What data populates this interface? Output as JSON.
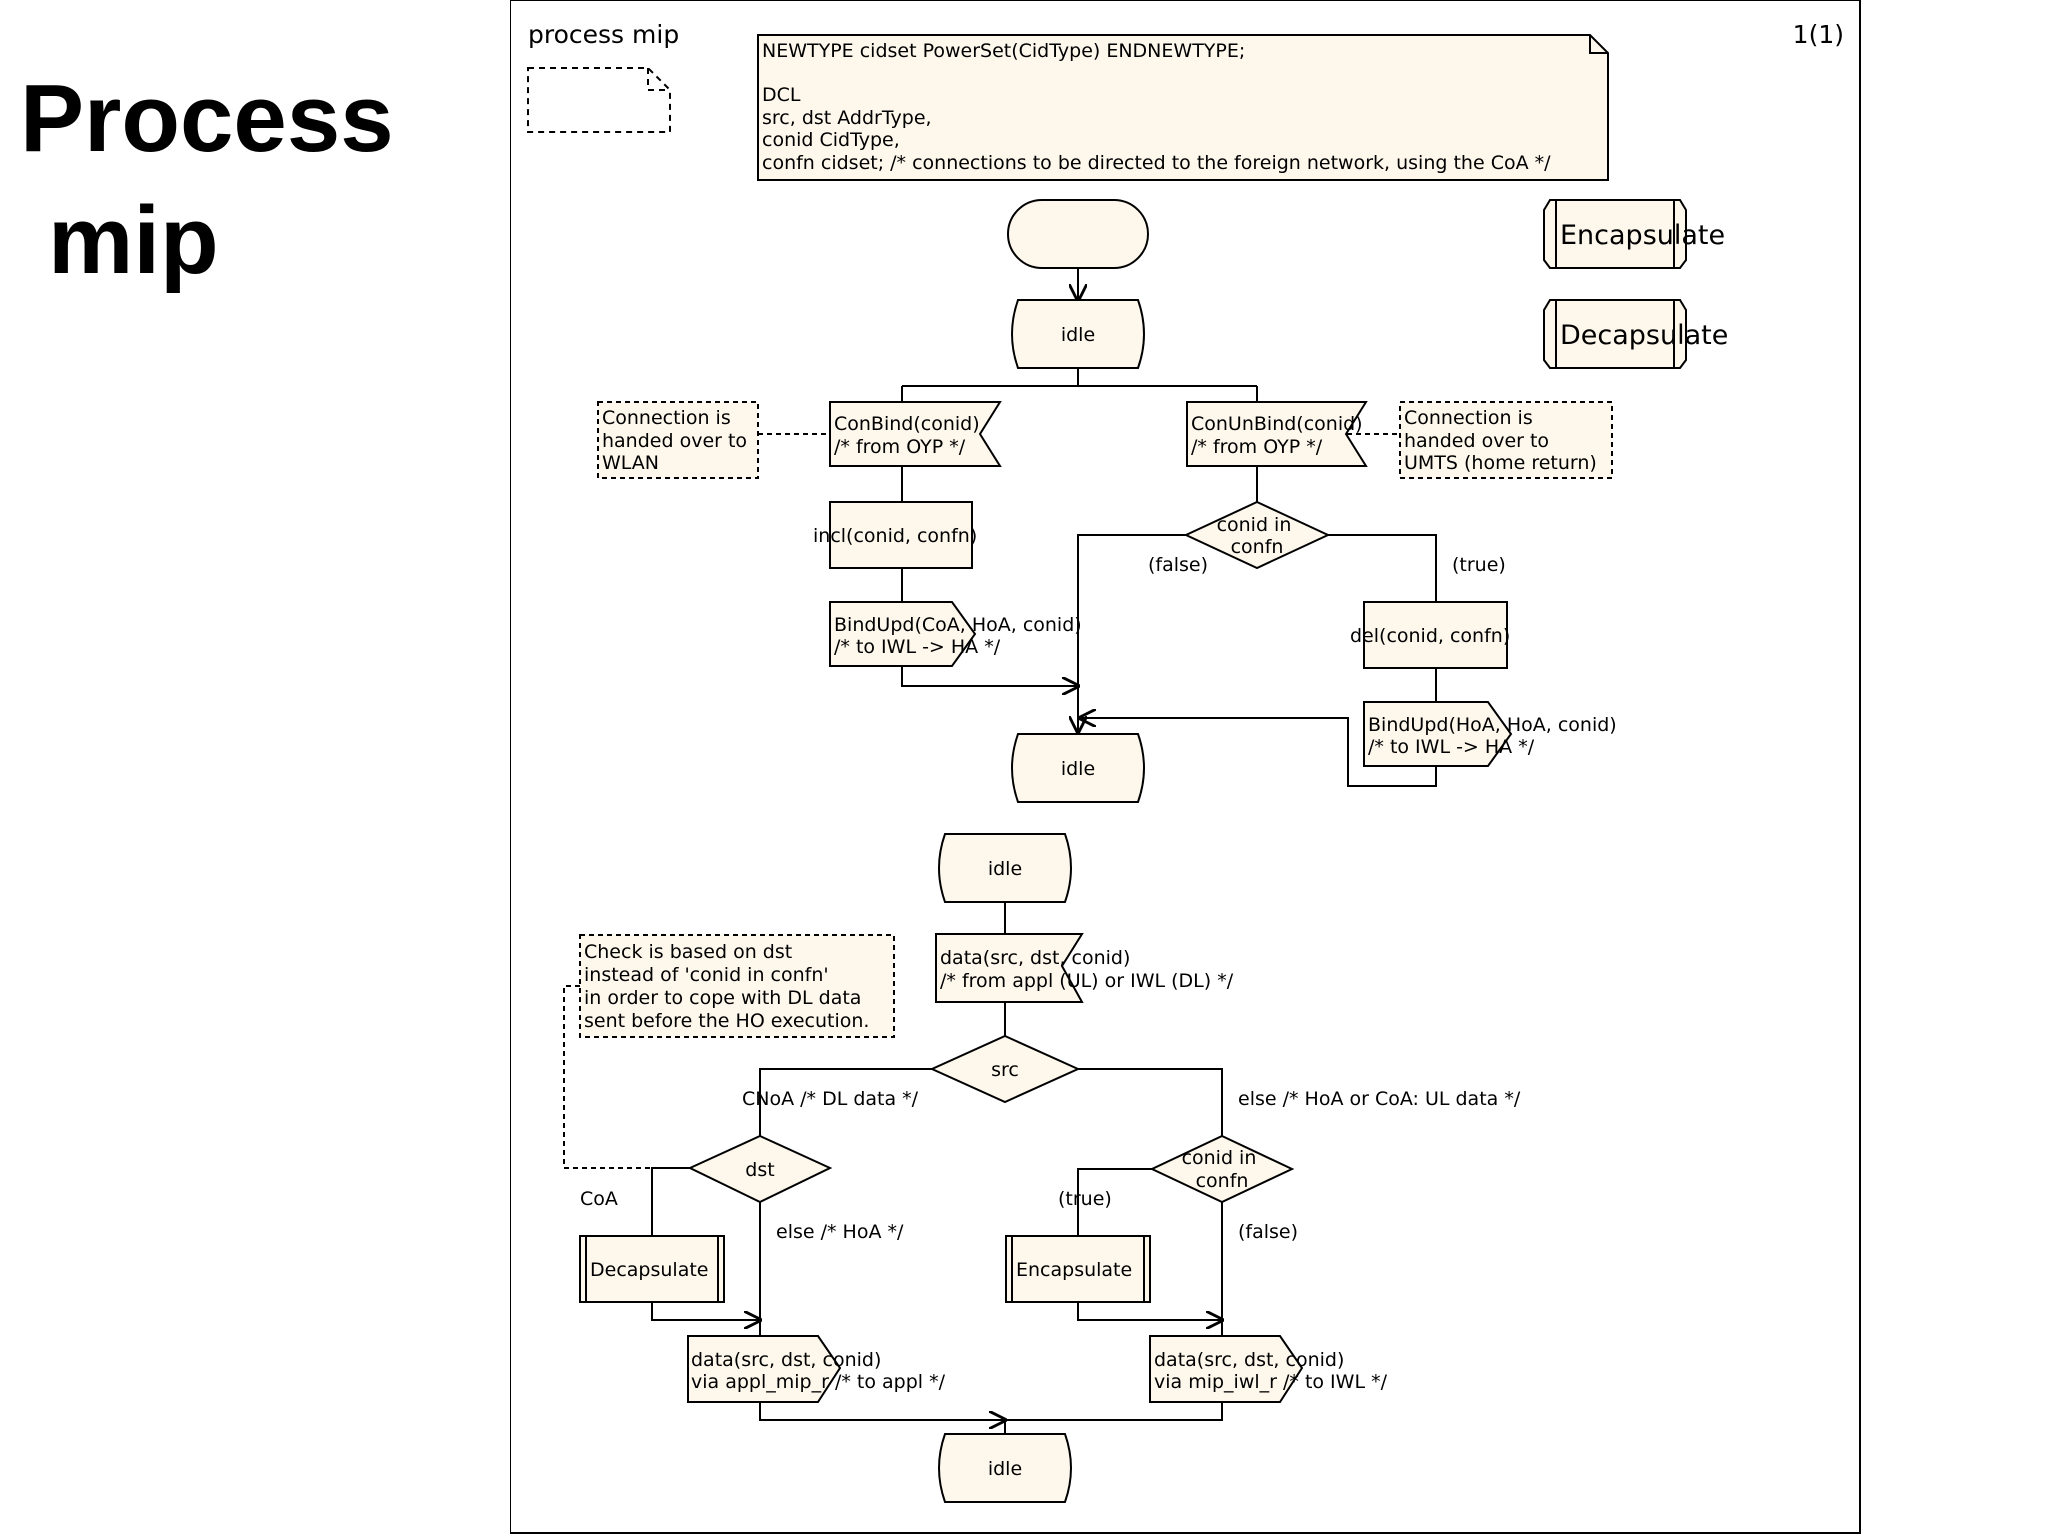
{
  "slide_title": {
    "line1": "Process",
    "line2": "mip"
  },
  "colors": {
    "symbol_fill": "#fdf7ec",
    "line": "#000000",
    "background": "#ffffff"
  },
  "diagram": {
    "frame_title": "process mip",
    "page_number": "1(1)",
    "declaration_lines": [
      "NEWTYPE cidset PowerSet(CidType) ENDNEWTYPE;",
      "",
      "DCL",
      "src, dst AddrType,",
      "conid CidType,",
      "confn cidset;   /* connections to be directed to the foreign network, using the CoA */"
    ],
    "procedures": {
      "encapsulate": "Encapsulate",
      "decapsulate": "Decapsulate"
    },
    "states": {
      "idle_start": "idle",
      "idle_after_bind": "idle",
      "idle_data": "idle",
      "idle_end": "idle"
    },
    "inputs": {
      "con_bind": [
        "ConBind(conid)",
        "/* from OYP */"
      ],
      "con_unbind": [
        "ConUnBind(conid)",
        "/* from OYP */"
      ],
      "data": [
        "data(src, dst, conid)",
        "/* from appl (UL) or IWL (DL) */"
      ]
    },
    "comments": {
      "wlan": [
        "Connection is",
        "handed over to",
        "WLAN"
      ],
      "umts": [
        "Connection is",
        "handed over to",
        "UMTS (home return)"
      ],
      "check": [
        "Check is based on dst",
        "instead of 'conid in confn'",
        "in order to cope with DL data",
        "sent before the HO execution."
      ]
    },
    "tasks": {
      "incl": "incl(conid, confn)",
      "del": "del(conid, confn)"
    },
    "outputs": {
      "bindupd_coa": [
        "BindUpd(CoA, HoA, conid)",
        "/* to IWL -> HA */"
      ],
      "bindupd_hoa": [
        "BindUpd(HoA, HoA, conid)",
        "/* to IWL -> HA */"
      ],
      "data_appl": [
        "data(src, dst, conid)",
        "via appl_mip_r    /* to appl */"
      ],
      "data_iwl": [
        "data(src, dst, conid)",
        "via mip_iwl_r    /* to IWL */"
      ]
    },
    "decisions": {
      "conid_in_confn_top": [
        "conid in",
        "confn"
      ],
      "src": "src",
      "dst": "dst",
      "conid_in_confn_bottom": [
        "conid in",
        "confn"
      ]
    },
    "branch_labels": {
      "top_false": "(false)",
      "top_true": "(true)",
      "src_coa": "CNoA /* DL data */",
      "src_else": "else /* HoA or CoA: UL data */",
      "dst_coa": "CoA",
      "dst_else": "else /* HoA */",
      "bottom_true": "(true)",
      "bottom_false": "(false)"
    }
  }
}
